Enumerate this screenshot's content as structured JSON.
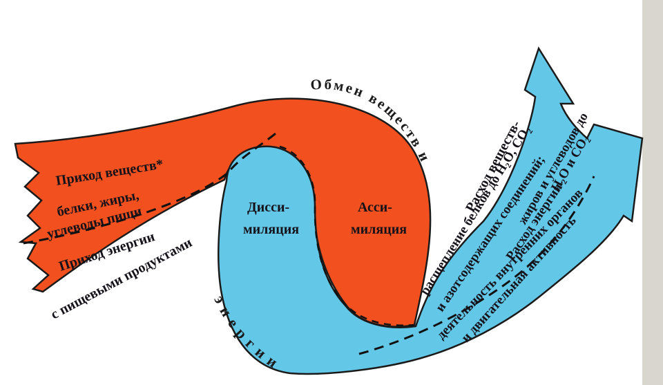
{
  "diagram": {
    "title_top": "Обмен веществ и",
    "title_bottom": "энергии",
    "left": {
      "income_substances": "Приход веществ*",
      "substances_types": "белки, жиры,",
      "substances_carbs": "углеводы пищи",
      "income_energy": "Приход энергии",
      "energy_source": "с пищевыми продуктами"
    },
    "center": {
      "dissimilation_1": "Дисси-",
      "dissimilation_2": "миляция",
      "assimilation_1": "Асси-",
      "assimilation_2": "миляция"
    },
    "right": {
      "expense_substances": "Расход веществ-",
      "breakdown_1": "расщепление белков до H₂O, CO₂",
      "breakdown_2": "и азотсодержащих соединений;",
      "breakdown_3": "жиров и углеводов до",
      "breakdown_4": "H₂O и CO₂",
      "expense_energy": "Расход энергии-",
      "activity_1": "деятельность внутренних органов",
      "activity_2": "и двигательная активность"
    },
    "colors": {
      "red_band": "#f2501e",
      "blue_band": "#63c8e8",
      "outline": "#1a1a1a"
    }
  }
}
